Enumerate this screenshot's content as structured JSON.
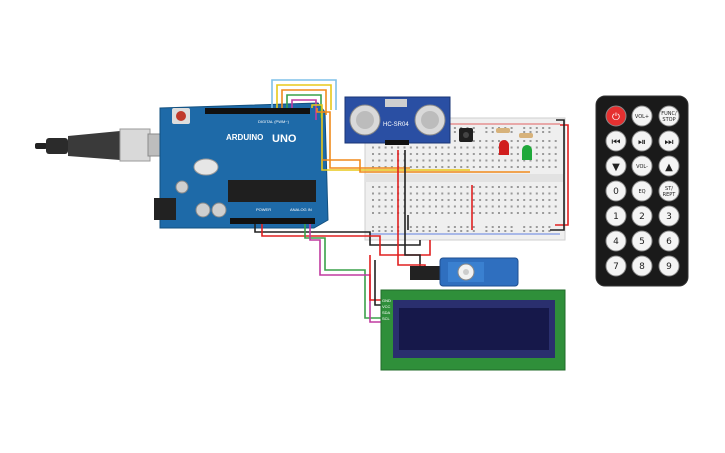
{
  "arduino": {
    "brand": "ARDUINO",
    "model": "UNO",
    "digital_label": "DIGITAL (PWM~)",
    "power_label": "POWER",
    "analog_label": "ANALOG IN",
    "chip_color": "#1f1f1f",
    "board_color": "#1e6aa8"
  },
  "ultrasonic": {
    "label": "HC-SR04",
    "board_color": "#2a4fa3"
  },
  "lcd": {
    "pins": [
      "GND",
      "VCC",
      "SDA",
      "SCL"
    ],
    "board_color": "#2f8f3a",
    "screen_color": "#16184a"
  },
  "leds": [
    {
      "color": "#d11f1f"
    },
    {
      "color": "#1fa83a"
    }
  ],
  "remote": {
    "buttons": [
      {
        "label": "",
        "icon": "power-icon",
        "style": "red"
      },
      {
        "label": "VOL+",
        "icon": "",
        "style": "white"
      },
      {
        "label": "FUNC/ STOP",
        "icon": "",
        "style": "white"
      },
      {
        "label": "",
        "icon": "rewind-icon",
        "style": "white"
      },
      {
        "label": "",
        "icon": "play-pause-icon",
        "style": "white"
      },
      {
        "label": "",
        "icon": "fast-forward-icon",
        "style": "white"
      },
      {
        "label": "",
        "icon": "down-arrow-icon",
        "style": "white"
      },
      {
        "label": "VOL-",
        "icon": "",
        "style": "white"
      },
      {
        "label": "",
        "icon": "up-arrow-icon",
        "style": "white"
      },
      {
        "label": "0",
        "icon": "",
        "style": "white"
      },
      {
        "label": "EQ",
        "icon": "",
        "style": "white"
      },
      {
        "label": "ST/ REPT",
        "icon": "",
        "style": "white"
      },
      {
        "label": "1",
        "icon": "",
        "style": "white"
      },
      {
        "label": "2",
        "icon": "",
        "style": "white"
      },
      {
        "label": "3",
        "icon": "",
        "style": "white"
      },
      {
        "label": "4",
        "icon": "",
        "style": "white"
      },
      {
        "label": "5",
        "icon": "",
        "style": "white"
      },
      {
        "label": "6",
        "icon": "",
        "style": "white"
      },
      {
        "label": "7",
        "icon": "",
        "style": "white"
      },
      {
        "label": "8",
        "icon": "",
        "style": "white"
      },
      {
        "label": "9",
        "icon": "",
        "style": "white"
      }
    ]
  },
  "wire_colors": {
    "red": "#e02020",
    "black": "#222222",
    "orange": "#f08a1c",
    "yellow": "#e8c81a",
    "green": "#3aa04a",
    "magenta": "#c03aa0",
    "blue": "#7fc0e8",
    "brown": "#8a5a2a"
  }
}
